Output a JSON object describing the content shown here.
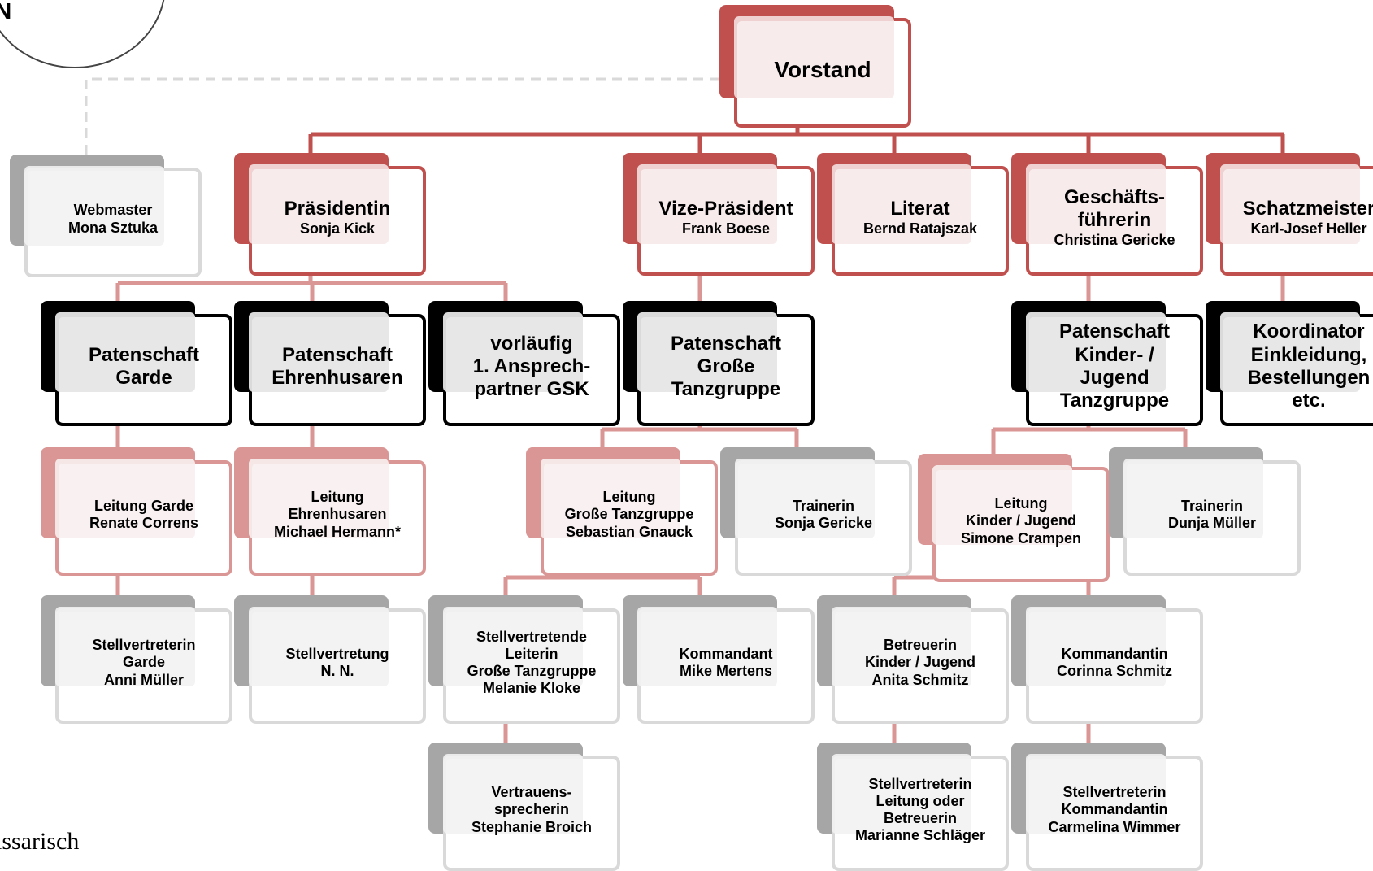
{
  "logo": {
    "letter": "N"
  },
  "footnote": "issarisch",
  "colors": {
    "red": "#c0504d",
    "pink": "#d99694",
    "grey": "#a6a6a6",
    "black": "#000000",
    "line_red": "#c0504d",
    "line_pink": "#d99694",
    "dashed": "#d9d9d9"
  },
  "nodes": {
    "vorstand": {
      "lines": [
        "Vorstand"
      ]
    },
    "webmaster": {
      "lines": [
        "Webmaster",
        "Mona  Sztuka"
      ]
    },
    "praesidentin": {
      "lines": [
        "Präsidentin",
        "Sonja Kick"
      ]
    },
    "vize": {
      "lines": [
        "Vize-Präsident",
        "Frank Boese"
      ]
    },
    "literat": {
      "lines": [
        "Literat",
        "Bernd Ratajszak"
      ]
    },
    "gf": {
      "lines": [
        "Geschäfts-",
        "führerin",
        "Christina Gericke"
      ]
    },
    "schatz": {
      "lines": [
        "Schatzmeister",
        "Karl-Josef Heller"
      ]
    },
    "pat_garde": {
      "lines": [
        "Patenschaft",
        "Garde"
      ]
    },
    "pat_ehren": {
      "lines": [
        "Patenschaft",
        "Ehrenhusaren"
      ]
    },
    "gsk": {
      "lines": [
        "vorläufig",
        "1. Ansprech-",
        "partner GSK"
      ]
    },
    "pat_gross": {
      "lines": [
        "Patenschaft",
        "Große",
        "Tanzgruppe"
      ]
    },
    "pat_kinder": {
      "lines": [
        "Patenschaft",
        "Kinder- /",
        "Jugend",
        "Tanzgruppe"
      ]
    },
    "koord": {
      "lines": [
        "Koordinator",
        "Einkleidung,",
        "Bestellungen",
        "etc."
      ]
    },
    "l_garde": {
      "lines": [
        "Leitung Garde",
        "Renate Correns"
      ]
    },
    "l_ehren": {
      "lines": [
        "Leitung",
        "Ehrenhusaren",
        "Michael Hermann*"
      ]
    },
    "l_gross": {
      "lines": [
        "Leitung",
        "Große Tanzgruppe",
        "Sebastian Gnauck"
      ]
    },
    "tr_sonja": {
      "lines": [
        "Trainerin",
        "Sonja Gericke"
      ]
    },
    "l_kinder": {
      "lines": [
        "Leitung",
        "Kinder / Jugend",
        "Simone Crampen"
      ]
    },
    "tr_dunja": {
      "lines": [
        "Trainerin",
        "Dunja Müller"
      ]
    },
    "sv_garde": {
      "lines": [
        "Stellvertreterin",
        "Garde",
        "Anni Müller"
      ]
    },
    "sv_ehren": {
      "lines": [
        "Stellvertretung",
        "N. N."
      ]
    },
    "sv_gross": {
      "lines": [
        "Stellvertretende",
        "Leiterin",
        "Große Tanzgruppe",
        "Melanie Kloke"
      ]
    },
    "kommandant": {
      "lines": [
        "Kommandant",
        "Mike Mertens"
      ]
    },
    "betreuerin": {
      "lines": [
        "Betreuerin",
        "Kinder / Jugend",
        "Anita Schmitz"
      ]
    },
    "kommandantin": {
      "lines": [
        "Kommandantin",
        "Corinna Schmitz"
      ]
    },
    "vertrauen": {
      "lines": [
        "Vertrauens-",
        "sprecherin",
        "Stephanie Broich"
      ]
    },
    "sv_betreuerin": {
      "lines": [
        "Stellvertreterin",
        "Leitung oder",
        "Betreuerin",
        "Marianne Schläger"
      ]
    },
    "sv_kommandantin": {
      "lines": [
        "Stellvertreterin",
        "Kommandantin",
        "Carmelina Wimmer"
      ]
    }
  }
}
